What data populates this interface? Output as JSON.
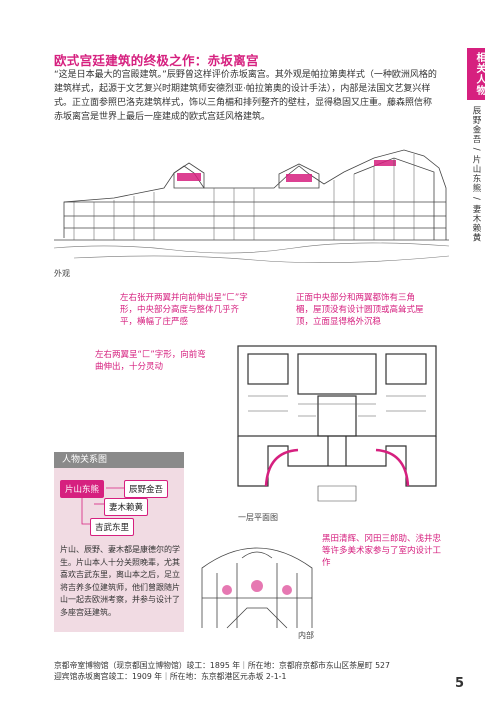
{
  "title": "欧式宫廷建筑的终极之作：赤坂离宫",
  "intro": "“这是日本最大的宫殿建筑。”辰野曾这样评价赤坂离宫。其外观是帕拉第奥样式（一种欧洲风格的建筑样式，起源于文艺复兴时期建筑师安德烈亚·帕拉第奥的设计手法），内部是法国文艺复兴样式。正立面参照巴洛克建筑样式，饰以三角楣和排列整齐的壁柱，显得稳固又庄重。藤森照信称赤坂离宫是世界上最后一座建成的欧式宫廷风格建筑。",
  "sidebar": {
    "tab": "相关人物",
    "text": "辰野金吾 / 片山东熊 / 妻木赖黄"
  },
  "captions": {
    "exterior": "外观",
    "plan": "一层平面图",
    "interior": "内部"
  },
  "notes": {
    "note1": "左右张开两翼并向前伸出呈“匚”字形，中央部分高度与整体几乎齐平，横幅了庄严感",
    "note2": "正面中央部分和两翼都饰有三角楣，屋顶没有设计圆顶或高耸式屋顶，立面显得格外沉稳",
    "note3": "左右两翼呈“匚”字形，向前弯曲伸出，十分灵动",
    "note4": "黑田清辉、冈田三郎助、浅井忠等许多美术家参与了室内设计工作"
  },
  "relations": {
    "header": "人物关系图",
    "main": "片山东熊",
    "people": [
      "辰野金吾",
      "妻木赖黄",
      "吉武东里"
    ],
    "text": "片山、辰野、妻木都是康德尔的学生。片山本人十分关照晚辈，尤其喜欢吉武东里，离山本之后，足立将吉养多位建筑师，他们曾跟随片山一起去欧洲考察，并参与设计了多座宫廷建筑。"
  },
  "footer": {
    "line1": "京都帝室博物馆（现京都国立博物馆）竣工：1895 年｜所在地：京都府京都市东山区茶屋町 527",
    "line2": "迎宾馆赤坂离宫竣工：1909 年｜所在地：东京都港区元赤坂 2-1-1"
  },
  "page_number": "5",
  "colors": {
    "accent": "#d6207f",
    "relation_bg": "#f1dbe3"
  }
}
